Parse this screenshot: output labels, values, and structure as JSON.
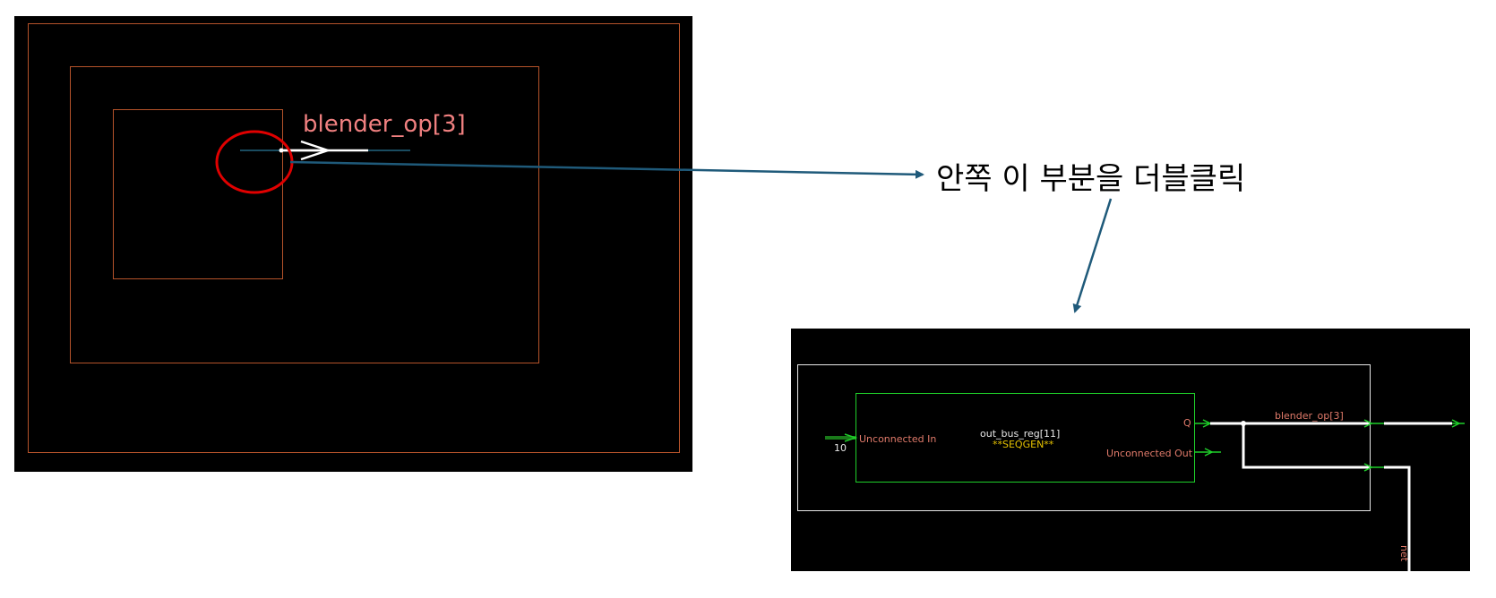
{
  "top_view": {
    "net_label": "blender_op[3]"
  },
  "annotation": {
    "text": "안쪽 이 부분을 더블클릭"
  },
  "detail_view": {
    "cell_name": "out_bus_reg[11]",
    "cell_type": "**SEQGEN**",
    "input_pin": "Unconnected In",
    "output_pin_q": "Q",
    "output_pin_unconnected": "Unconnected Out",
    "input_value": "10",
    "net_label": "blender_op[3]",
    "vertical_net_label": "net"
  },
  "colors": {
    "background": "#000000",
    "hierarchy_box": "#b5532a",
    "cell_box": "#1fcf2a",
    "module_box": "#e8e8e8",
    "net_label": "#f08080",
    "cell_type": "#e6c200",
    "highlight_circle": "#e00000",
    "annotation_arrow": "#1f5a7a",
    "net_line": "#ffffff",
    "pin_arrow": "#1fcf2a"
  }
}
